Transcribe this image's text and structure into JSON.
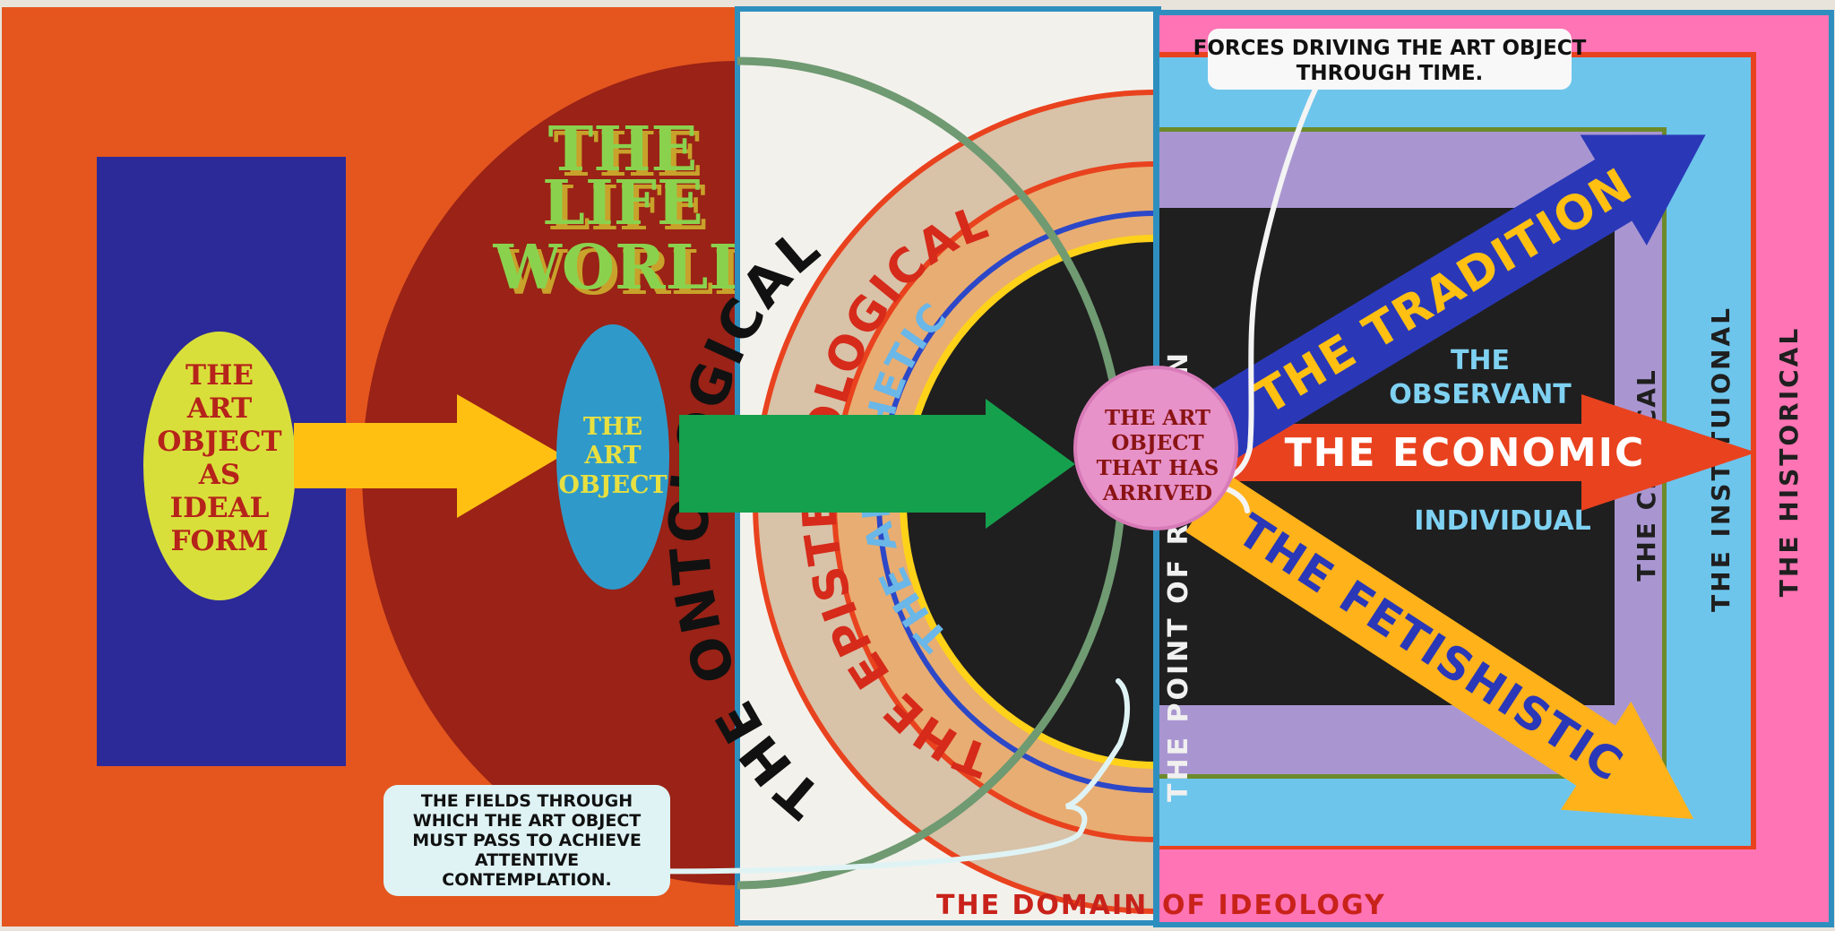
{
  "panel_left": {
    "ideal_form": [
      "THE",
      "ART",
      "OBJECT",
      "AS",
      "IDEAL",
      "FORM"
    ],
    "life_world": [
      "THE",
      "LIFE",
      "WORLD"
    ],
    "art_object": [
      "THE",
      "ART",
      "OBJECT"
    ],
    "fields_caption": [
      "THE FIELDS THROUGH",
      "WHICH THE ART OBJECT",
      "MUST PASS TO ACHIEVE",
      "ATTENTIVE",
      "CONTEMPLATION."
    ]
  },
  "panel_middle": {
    "ontological": "THE ONTOLOGICAL",
    "epistemological": "THE EPISTEMOLOGICAL",
    "aesthetic": "THE AESTHETIC",
    "arrived": [
      "THE ART",
      "OBJECT",
      "THAT HAS",
      "ARRIVED"
    ],
    "domain": "THE DOMAIN",
    "domain_rest": "OF IDEOLOGY"
  },
  "panel_right": {
    "forces_caption": [
      "FORCES DRIVING THE ART OBJECT",
      "THROUGH TIME."
    ],
    "reception": "THE POINT OF RECEPTION",
    "tradition": "THE TRADITION",
    "economic": "THE ECONOMIC",
    "fetishistic": "THE FETISHISTIC",
    "observant": [
      "THE",
      "OBSERVANT",
      "INDIVIDUAL"
    ],
    "critical": "THE CRITICAL",
    "institutional": "THE INSTITUIONAL",
    "historical": "THE HISTORICAL"
  },
  "colors": {
    "orange": "#e0531c",
    "maroon": "#9a2216",
    "navy": "#2c2a98",
    "yellow_green": "#d9df3a",
    "arrow_yellow": "#ffc012",
    "teal_blue": "#2f9ac9",
    "green": "#15a04d",
    "pink": "#ff74b4",
    "light_blue": "#6dc5ec",
    "lavender": "#a996d1",
    "black": "#1f1f1f",
    "red_orange": "#e9421e",
    "royal_blue": "#2a38b8"
  }
}
